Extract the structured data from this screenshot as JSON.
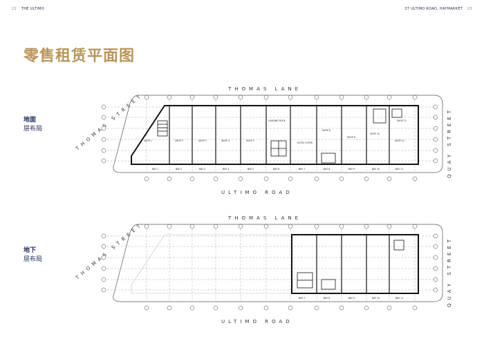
{
  "header": {
    "left_page": "22",
    "left_brand": "THE ULTIMO",
    "right_address": "37 ULTIMO ROAD, HAYMARKET",
    "right_page": "23"
  },
  "title": "零售租赁平面图",
  "ground_floor": {
    "label_line1": "地面",
    "label_line2": "层布局",
    "streets": {
      "top": "THOMAS LANE",
      "bottom": "ULTIMO ROAD",
      "left": "THOMAS STREET",
      "right": "QUAY STREET"
    },
    "shops": [
      {
        "label": "SHOP 1"
      },
      {
        "label": "SHOP 2"
      },
      {
        "label": "SHOP 3"
      },
      {
        "label": "SHOP 4"
      },
      {
        "label": "SHOP 5"
      },
      {
        "label": "LOADING DOCK"
      },
      {
        "label": "HOTEL FOYER"
      },
      {
        "label": "SHOP 6"
      },
      {
        "label": "SHOP 8"
      },
      {
        "label": "SHOP 10"
      },
      {
        "label": "SHOP 11"
      },
      {
        "label": "SHOP 12"
      }
    ],
    "bays": [
      "BAY 1",
      "BAY 2",
      "BAY 3",
      "BAY 4",
      "BAY 5",
      "BAY 6",
      "BAY 7",
      "BAY 8",
      "BAY 9",
      "BAY 10",
      "BAY 11"
    ]
  },
  "basement": {
    "label_line1": "地下",
    "label_line2": "层布局",
    "streets": {
      "top": "THOMAS LANE",
      "bottom": "ULTIMO ROAD",
      "left": "THOMAS STREET",
      "right": "QUAY STREET"
    },
    "bays": [
      "BAY 7",
      "BAY 8",
      "BAY 9",
      "BAY 10",
      "BAY 11"
    ]
  },
  "colors": {
    "title": "#b9955c",
    "label": "#1f2d58",
    "plan_line": "#222222"
  }
}
